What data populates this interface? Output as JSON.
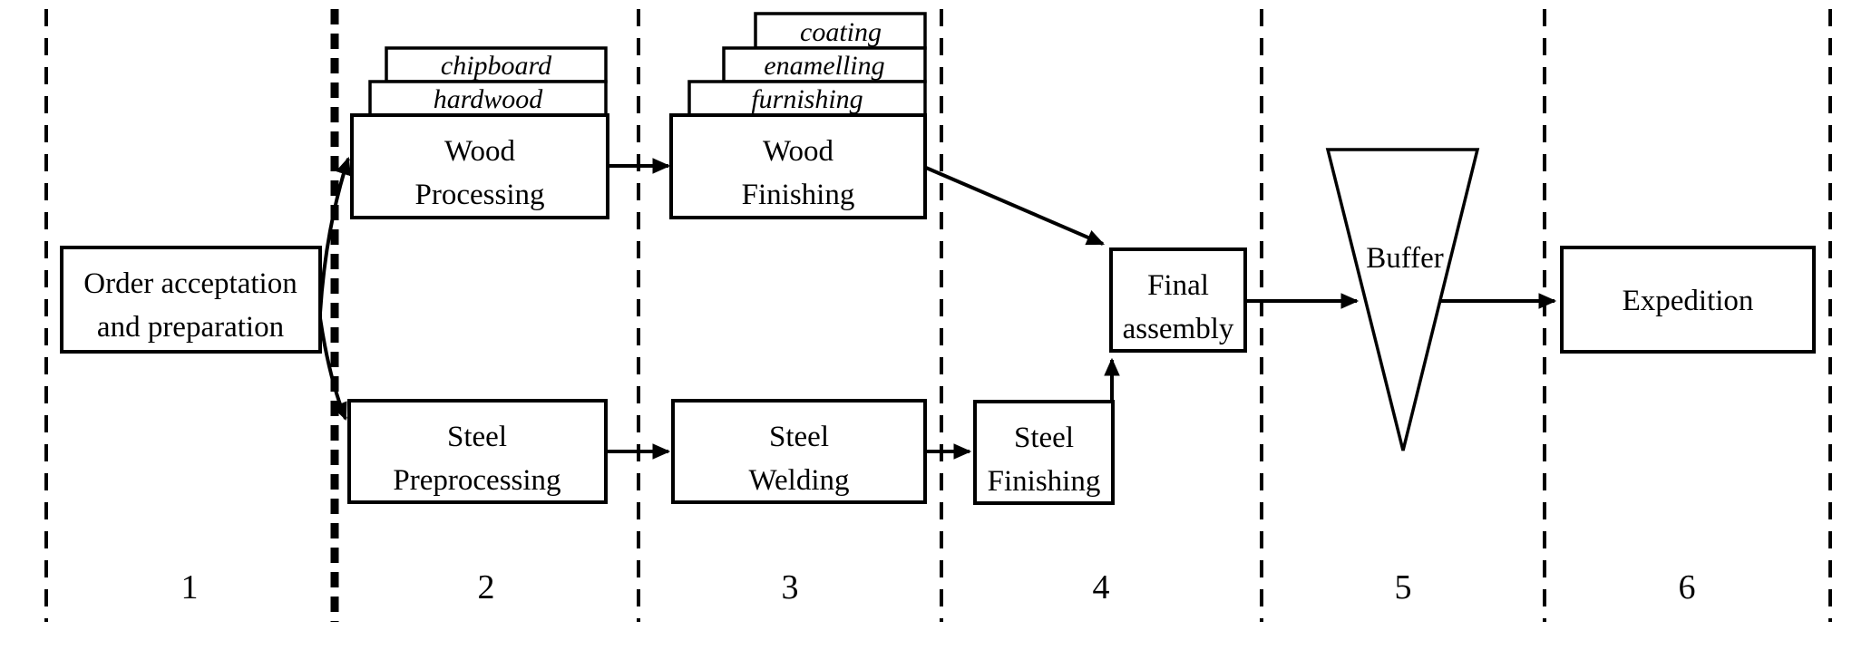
{
  "figure": {
    "type": "production-process-flow-diagram",
    "background_color": "#ffffff",
    "ink_color": "#000000"
  },
  "boxes": {
    "order": {
      "line1": "Order acceptation",
      "line2": "and preparation"
    },
    "wood_processing": {
      "line1": "Wood",
      "line2": "Processing"
    },
    "wood_processing_tabs": {
      "tab1": "chipboard",
      "tab2": "hardwood"
    },
    "wood_finishing": {
      "line1": "Wood",
      "line2": "Finishing"
    },
    "wood_finishing_tabs": {
      "tab1": "coating",
      "tab2": "enamelling",
      "tab3": "furnishing"
    },
    "steel_preprocessing": {
      "line1": "Steel",
      "line2": "Preprocessing"
    },
    "steel_welding": {
      "line1": "Steel",
      "line2": "Welding"
    },
    "steel_finishing": {
      "line1": "Steel",
      "line2": "Finishing"
    },
    "final_assembly": {
      "line1": "Final",
      "line2": "assembly"
    },
    "buffer": {
      "label": "Buffer"
    },
    "expedition": {
      "label": "Expedition"
    }
  },
  "stage_numbers": [
    "1",
    "2",
    "3",
    "4",
    "5",
    "6"
  ]
}
